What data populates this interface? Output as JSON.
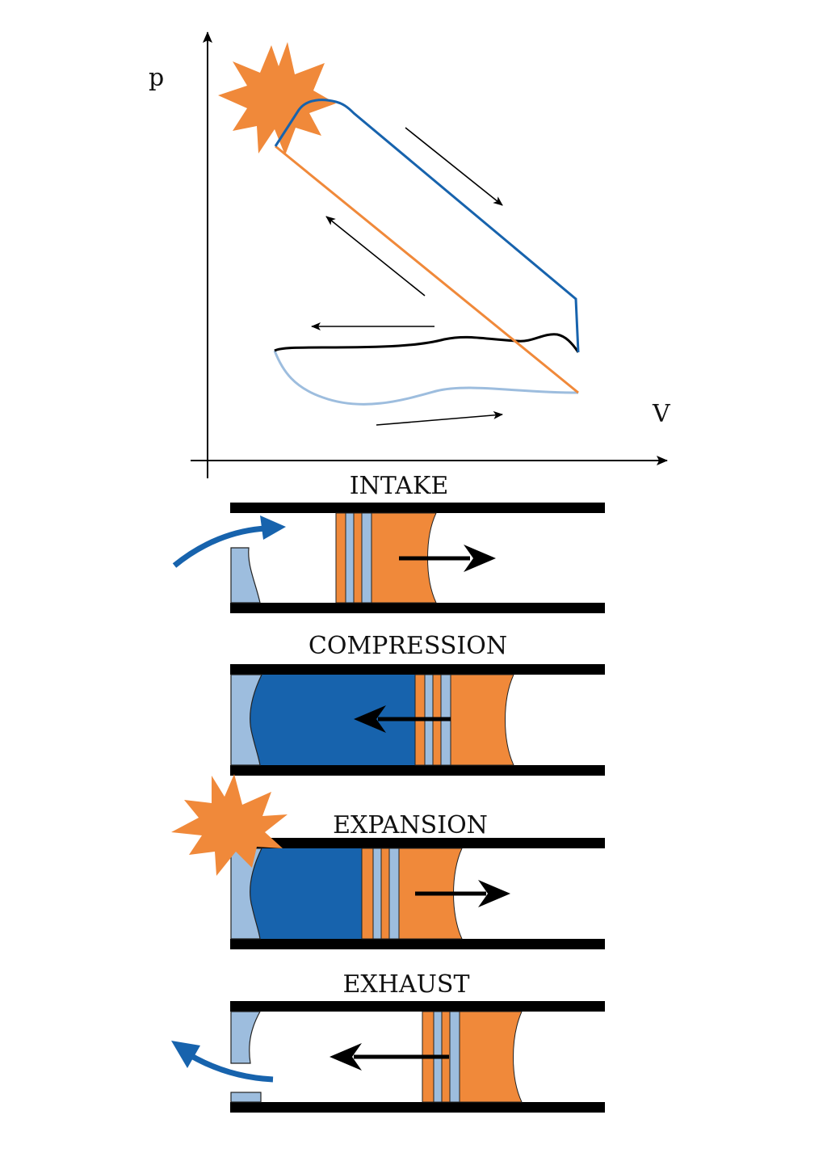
{
  "pv_diagram": {
    "y_axis_label": "p",
    "x_axis_label": "V"
  },
  "strokes": [
    {
      "name": "INTAKE"
    },
    {
      "name": "COMPRESSION"
    },
    {
      "name": "EXPANSION"
    },
    {
      "name": "EXHAUST"
    }
  ],
  "colors": {
    "orange": "#F0893A",
    "dark_blue": "#1763AD",
    "light_blue": "#9DBDDE",
    "black": "#000000"
  }
}
